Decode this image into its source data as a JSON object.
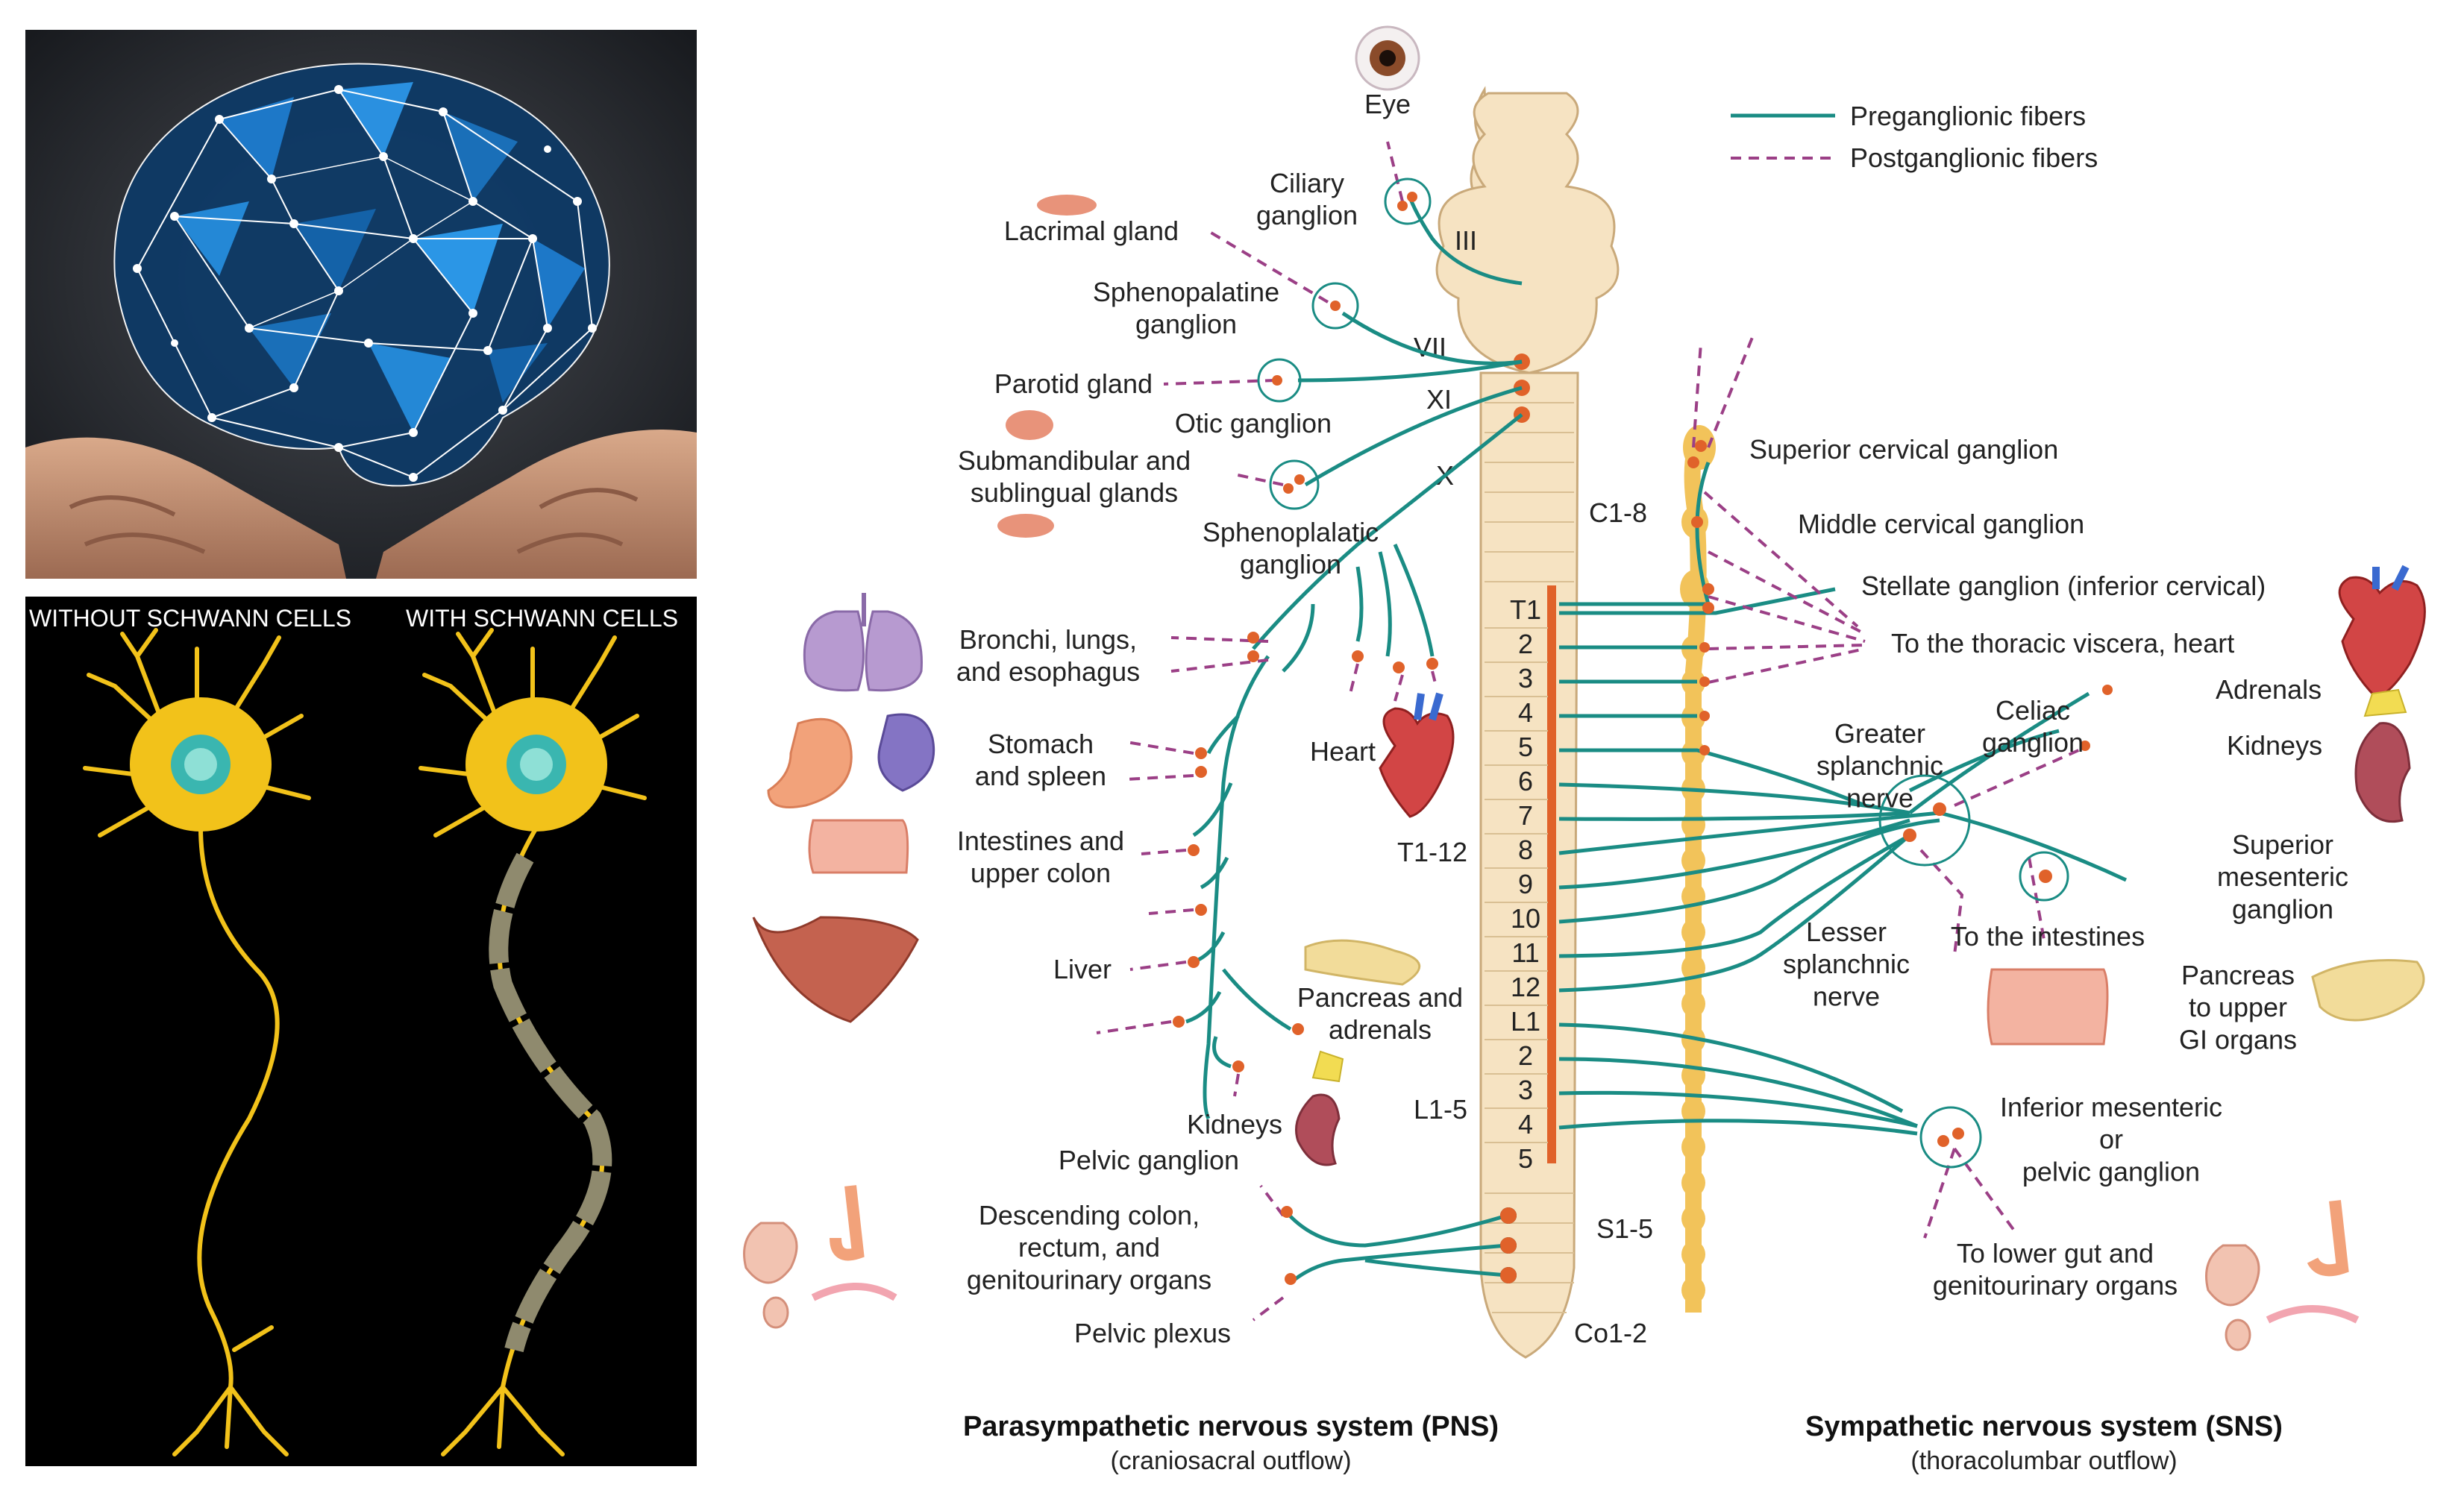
{
  "neuron_panel": {
    "left_title": "WITHOUT SCHWANN CELLS",
    "right_title": "WITH SCHWANN CELLS"
  },
  "legend": {
    "preganglionic": "Preganglionic fibers",
    "postganglionic": "Postganglionic fibers"
  },
  "colors": {
    "preganglionic": "#1a8c84",
    "postganglionic": "#9b3f86",
    "ganglion": "#e0622a",
    "spinal_cord": "#f6e3c2",
    "sympathetic_chain": "#f2c35a",
    "neuron": "#f2c21a"
  },
  "pns": {
    "eye": "Eye",
    "ciliary": "Ciliary\nganglion",
    "lacrimal": "Lacrimal gland",
    "sphenopalatine": "Sphenopalatine\nganglion",
    "parotid": "Parotid gland",
    "otic": "Otic ganglion",
    "submandibular": "Submandibular and\nsublingual glands",
    "sphenoplalatic": "Sphenoplalatic\nganglion",
    "bronchi": "Bronchi, lungs,\nand esophagus",
    "heart": "Heart",
    "stomach": "Stomach\nand spleen",
    "intestines": "Intestines and\nupper colon",
    "t1_12": "T1-12",
    "liver": "Liver",
    "pancreas": "Pancreas and\nadrenals",
    "kidneys": "Kidneys",
    "pelvic_ganglion": "Pelvic ganglion",
    "descending": "Descending colon,\nrectum, and\ngenitourinary organs",
    "pelvic_plexus": "Pelvic plexus",
    "title": "Parasympathetic nervous system (PNS)",
    "subtitle": "(craniosacral outflow)"
  },
  "cord": {
    "nerves": [
      "III",
      "VII",
      "XI",
      "X"
    ],
    "c1_8": "C1-8",
    "l1_5": "L1-5",
    "s1_5": "S1-5",
    "co1_2": "Co1-2",
    "segments": [
      "T1",
      "2",
      "3",
      "4",
      "5",
      "6",
      "7",
      "8",
      "9",
      "10",
      "11",
      "12",
      "L1",
      "2",
      "3",
      "4",
      "5"
    ]
  },
  "sns": {
    "superior_cervical": "Superior cervical ganglion",
    "middle_cervical": "Middle cervical ganglion",
    "stellate": "Stellate ganglion (inferior cervical)",
    "thoracic_viscera": "To the thoracic viscera, heart",
    "greater_splanchnic": "Greater\nsplanchnic\nnerve",
    "celiac": "Celiac\nganglion",
    "adrenals": "Adrenals",
    "kidneys": "Kidneys",
    "superior_mesenteric": "Superior\nmesenteric\nganglion",
    "lesser_splanchnic": "Lesser\nsplanchnic\nnerve",
    "to_intestines": "To the intestines",
    "pancreas": "Pancreas\nto upper\nGI organs",
    "inferior_mesenteric": "Inferior mesenteric\nor\npelvic ganglion",
    "lower_gut": "To lower gut and\ngenitourinary organs",
    "title": "Sympathetic nervous system (SNS)",
    "subtitle": "(thoracolumbar outflow)"
  }
}
